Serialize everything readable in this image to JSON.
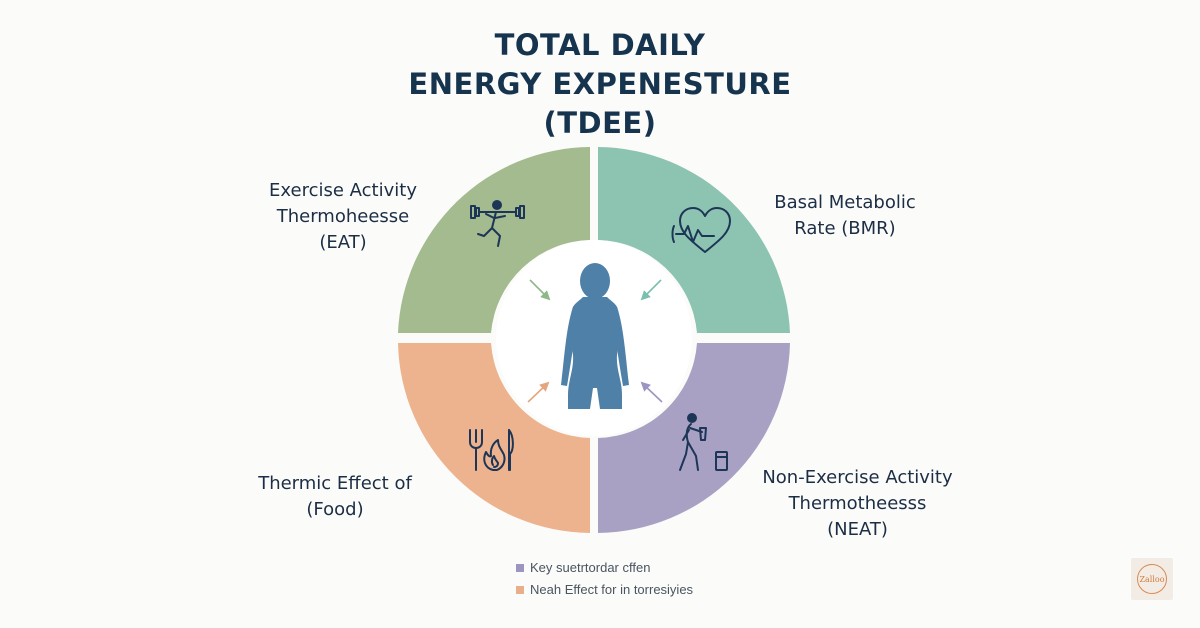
{
  "title": {
    "line1": "TOTAL DAILY",
    "line2": "ENERGY EXPENESTURE",
    "line3": "(TDEE)"
  },
  "segments": {
    "eat": {
      "line1": "Exercise Activity",
      "line2": "Thermoheesse",
      "line3": "(EAT)",
      "color": "#a3bb8e",
      "icon": "exercise-icon"
    },
    "bmr": {
      "line1": "Basal Metabolic",
      "line2": "Rate (BMR)",
      "color": "#8cc4b1",
      "icon": "heart-rate-icon"
    },
    "tef": {
      "line1": "Thermic Effect of",
      "line2": "(Food)",
      "color": "#ecb38e",
      "icon": "food-burn-icon"
    },
    "neat": {
      "line1": "Non-Exercise Activity",
      "line2": "Thermotheesss",
      "line3": "(NEAT)",
      "color": "#a9a1c4",
      "icon": "walking-coffee-icon"
    }
  },
  "center": {
    "icon": "human-figure-icon",
    "color": "#4f80a8"
  },
  "legend": [
    {
      "label": "Key suetrtordar cffen",
      "color": "#9b95c2"
    },
    {
      "label": "Neah Effect for in torresiyies",
      "color": "#e8b08a"
    }
  ],
  "logo": {
    "text": "Zalloo"
  }
}
